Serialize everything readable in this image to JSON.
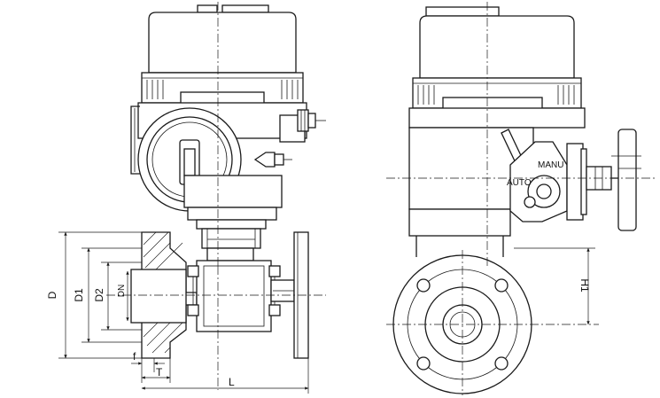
{
  "dimensions": {
    "D": "D",
    "D1": "D1",
    "D2": "D2",
    "DN": "DN",
    "f": "f",
    "T": "T",
    "L": "L",
    "H1": "H1"
  },
  "selector": {
    "manu": "MANU",
    "auto": "AUTO"
  }
}
